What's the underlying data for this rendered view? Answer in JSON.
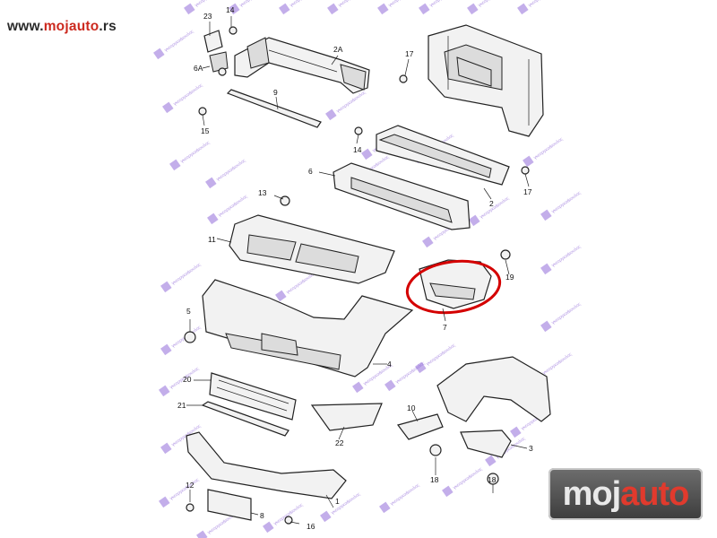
{
  "site": {
    "url_prefix": "www.",
    "url_brand_a": "moj",
    "url_brand_b": "auto",
    "url_suffix": ".rs"
  },
  "logo": {
    "part_a": "moj",
    "part_b": "auto"
  },
  "watermark": {
    "text": "γκεοργκα&ιουλος",
    "color": "#7a4bd0"
  },
  "highlight": {
    "color": "#d40000",
    "part_number": "7"
  },
  "callouts": [
    "1",
    "2",
    "2A",
    "3",
    "4",
    "5",
    "6",
    "6A",
    "7",
    "8",
    "9",
    "10",
    "11",
    "12",
    "13",
    "14",
    "14",
    "15",
    "16",
    "17",
    "17",
    "18",
    "18",
    "19",
    "20",
    "21",
    "22",
    "23"
  ]
}
